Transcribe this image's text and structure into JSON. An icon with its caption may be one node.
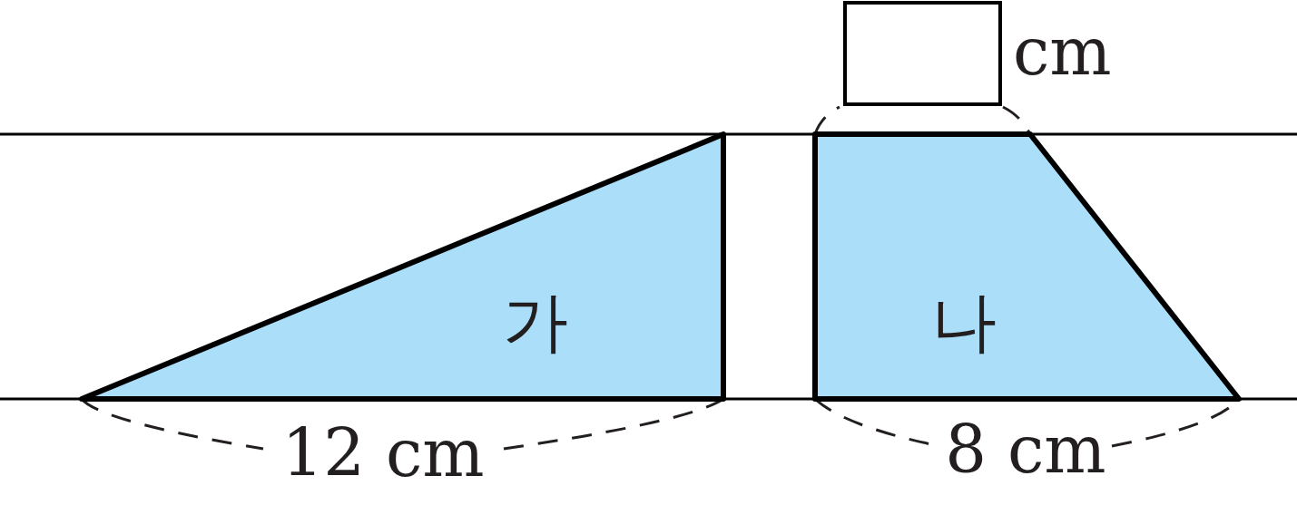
{
  "diagram": {
    "nodes": [
      {
        "text": [
          "가"
        ]
      },
      {
        "text": [
          "나"
        ]
      },
      {
        "text": [],
        "shape": "box",
        "beside": [
          "cm"
        ]
      }
    ],
    "labels": [
      "12 cm",
      "8 cm"
    ]
  }
}
